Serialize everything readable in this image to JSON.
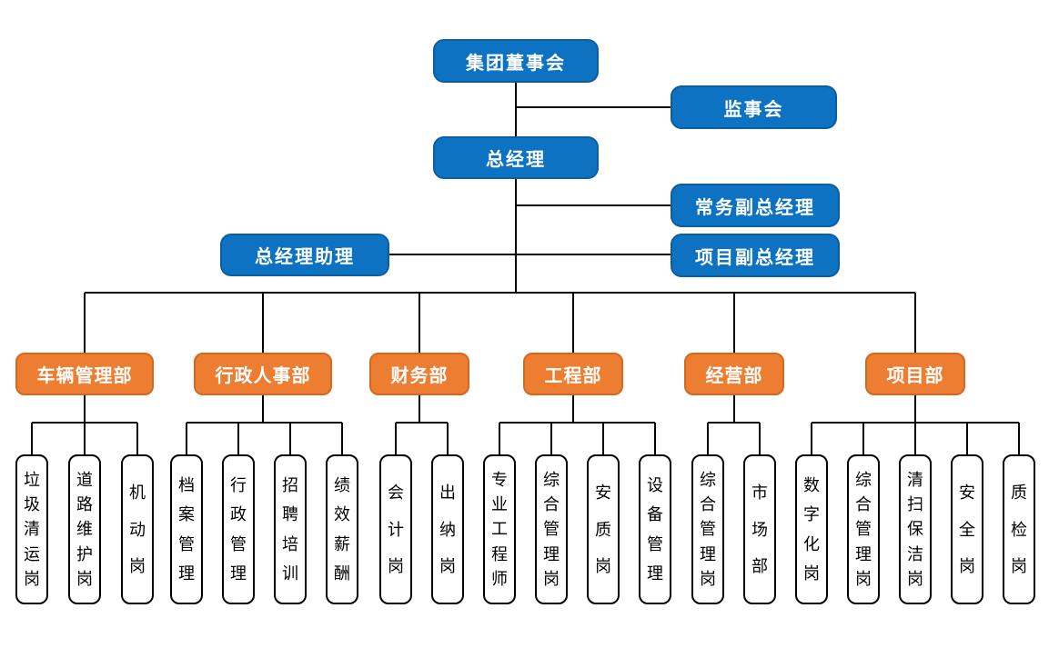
{
  "colors": {
    "executive_fill": "#0D72C2",
    "executive_border": "#0B5EA0",
    "department_fill": "#ED7D31",
    "department_border": "#D2691E",
    "position_border": "#000000",
    "connector": "#000000"
  },
  "nodes": {
    "board": "集团董事会",
    "supervisory": "监事会",
    "gm": "总经理",
    "deputy_executive": "常务副总经理",
    "gm_assistant": "总经理助理",
    "deputy_project": "项目副总经理"
  },
  "departments": [
    {
      "name": "车辆管理部",
      "positions": [
        "垃圾清运岗",
        "道路维护岗",
        "机动岗"
      ]
    },
    {
      "name": "行政人事部",
      "positions": [
        "档案管理",
        "行政管理",
        "招聘培训",
        "绩效薪酬"
      ]
    },
    {
      "name": "财务部",
      "positions": [
        "会计岗",
        "出纳岗"
      ]
    },
    {
      "name": "工程部",
      "positions": [
        "专业工程师",
        "综合管理岗",
        "安质岗",
        "设备管理"
      ]
    },
    {
      "name": "经营部",
      "positions": [
        "综合管理岗",
        "市场部"
      ]
    },
    {
      "name": "项目部",
      "positions": [
        "数字化岗",
        "综合管理岗",
        "清扫保洁岗",
        "安全岗",
        "质检岗"
      ]
    }
  ]
}
